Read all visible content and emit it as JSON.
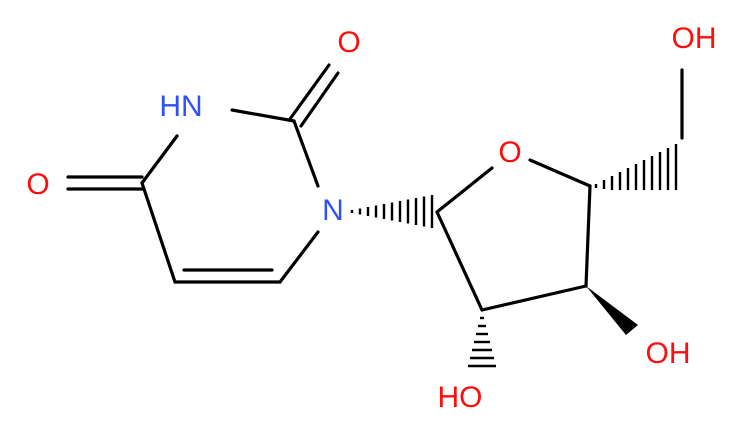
{
  "molecule": {
    "atoms": {
      "carbonyl_o_top": "O",
      "nh": "HN",
      "carbonyl_o_left": "O",
      "n1": "N",
      "ring_o": "O",
      "oh_ch2": "OH",
      "oh_3": "OH",
      "oh_2": "HO"
    },
    "colors": {
      "oxygen": "#ff0d0d",
      "nitrogen": "#3050f8",
      "bond": "#000000",
      "background": "#ffffff"
    }
  }
}
